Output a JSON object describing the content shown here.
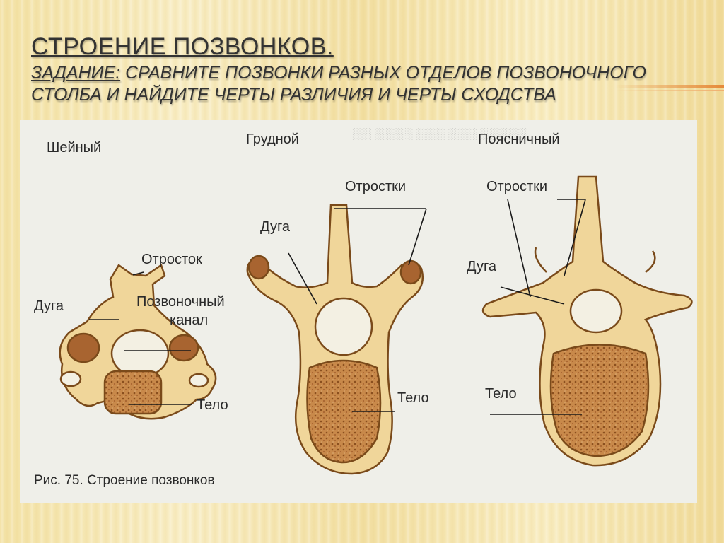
{
  "title": "СТРОЕНИЕ ПОЗВОНКОВ.",
  "task_label": "ЗАДАНИЕ:",
  "task_text": "СРАВНИТЕ ПОЗВОНКИ РАЗНЫХ ОТДЕЛОВ ПОЗВОНОЧНОГО СТОЛБА И НАЙДИТЕ ЧЕРТЫ РАЗЛИЧИЯ И ЧЕРТЫ СХОДСТВА",
  "figure": {
    "caption": "Рис. 75. Строение позвонков",
    "cervical": {
      "name": "Шейный",
      "process": "Отросток",
      "arch": "Дуга",
      "canal_line1": "Позвоночный",
      "canal_line2": "канал",
      "body": "Тело"
    },
    "thoracic": {
      "name": "Грудной",
      "processes": "Отростки",
      "arch": "Дуга",
      "body": "Тело"
    },
    "lumbar": {
      "name": "Поясничный",
      "processes": "Отростки",
      "arch": "Дуга",
      "body": "Тело"
    }
  },
  "colors": {
    "bone_fill": "#f0d69a",
    "bone_stroke": "#7a4a1a",
    "body_fill": "#c98a45",
    "background": "#f5e7b4"
  }
}
